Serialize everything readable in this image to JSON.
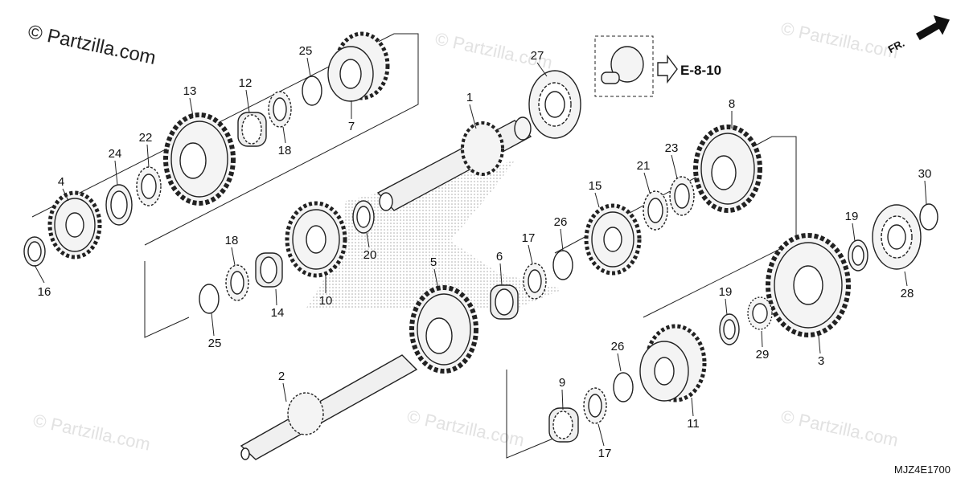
{
  "watermark": "© Partzilla.com",
  "diagram_code": "MJZ4E1700",
  "reference": "E-8-10",
  "direction": "FR.",
  "colors": {
    "line": "#222222",
    "gear_fill": "#f4f4f4",
    "shade": "#9a9a9a",
    "watermark": "#e2e2e2"
  },
  "callouts": {
    "c1": "1",
    "c2": "2",
    "c3": "3",
    "c4": "4",
    "c5": "5",
    "c6": "6",
    "c7": "7",
    "c8": "8",
    "c9": "9",
    "c10": "10",
    "c11": "11",
    "c12": "12",
    "c13": "13",
    "c14": "14",
    "c15": "15",
    "c16": "16",
    "c17a": "17",
    "c17b": "17",
    "c18a": "18",
    "c18b": "18",
    "c19a": "19",
    "c19b": "19",
    "c20": "20",
    "c21": "21",
    "c22": "22",
    "c23": "23",
    "c24": "24",
    "c25a": "25",
    "c25b": "25",
    "c26a": "26",
    "c26b": "26",
    "c27": "27",
    "c28": "28",
    "c29": "29",
    "c30": "30"
  }
}
